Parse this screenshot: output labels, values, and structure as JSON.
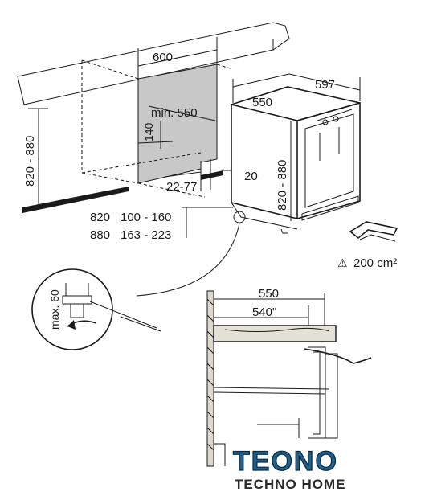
{
  "dimensions": {
    "niche_width": "600",
    "appliance_width": "597",
    "appliance_depth": "550",
    "niche_depth_min": "min. 550",
    "cutout_140": "140",
    "niche_height": "820 - 880",
    "appliance_height": "820 - 880",
    "gap_20": "20",
    "plinth_range": "22-77",
    "table_row1_height": "820",
    "table_row1_range": "100 - 160",
    "table_row2_height": "880",
    "table_row2_range": "163 - 223",
    "ventilation": "200 cm²",
    "foot_max": "max. 60",
    "section_outer": "550",
    "section_inner": "540\""
  },
  "logo": {
    "title": "TEONO",
    "subtitle": "TECHNO HOME"
  },
  "colors": {
    "line": "#1a1a1a",
    "niche_fill": "#c8c8c8",
    "wood": "#e6e1d6",
    "brand": "#1f5f8c"
  }
}
